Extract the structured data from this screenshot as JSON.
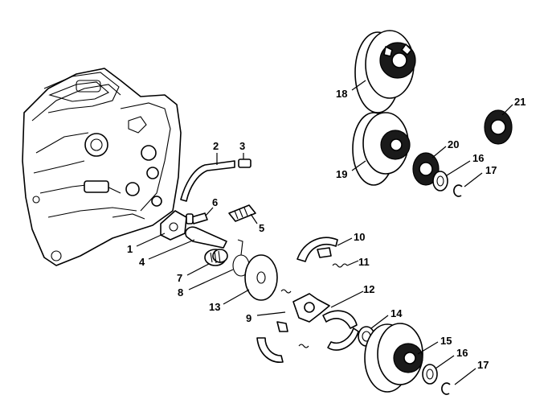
{
  "diagram": {
    "callouts": [
      "1",
      "2",
      "3",
      "4",
      "5",
      "6",
      "7",
      "8",
      "9",
      "10",
      "11",
      "12",
      "13",
      "14",
      "15",
      "16",
      "16",
      "17",
      "17",
      "18",
      "19",
      "20",
      "21"
    ]
  }
}
